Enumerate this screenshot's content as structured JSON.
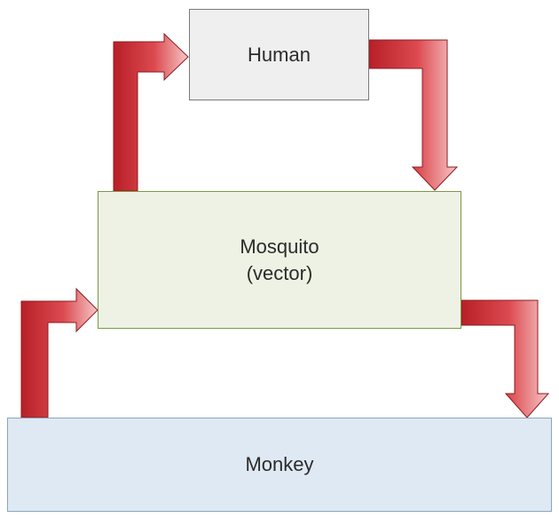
{
  "nodes": {
    "human": {
      "label": "Human"
    },
    "mosquito": {
      "line1": "Mosquito",
      "line2": "(vector)"
    },
    "monkey": {
      "label": "Monkey"
    }
  },
  "colors": {
    "arrow_dark": "#c1272d",
    "arrow_light": "#f7c9c9",
    "arrow_stroke": "#8c1c22",
    "human_fill": "#efefef",
    "mosquito_fill": "#eef2e4",
    "monkey_fill": "#dfe9f3"
  }
}
